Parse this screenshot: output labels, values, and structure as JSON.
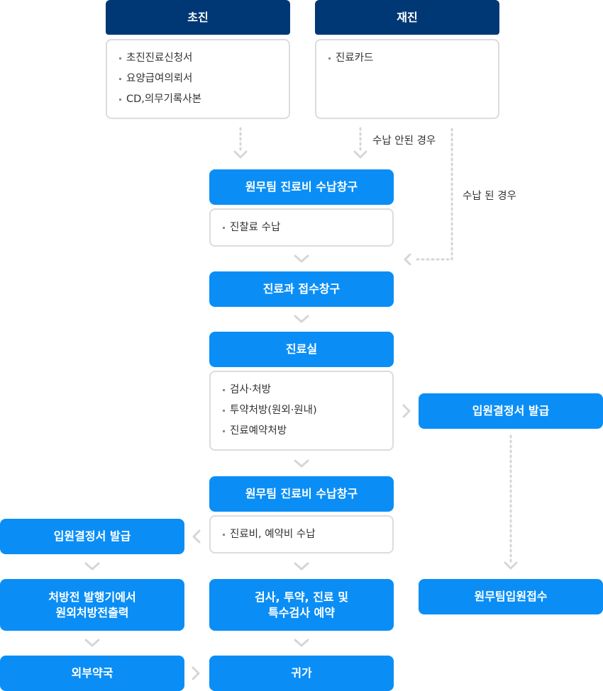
{
  "first_visit": {
    "title": "초진",
    "items": [
      "초진진료신청서",
      "요양급여의뢰서",
      "CD,의무기록사본"
    ]
  },
  "revisit": {
    "title": "재진",
    "items": [
      "진료카드"
    ]
  },
  "notes": {
    "not_paid": "수납 안된 경우",
    "paid": "수납 된 경우"
  },
  "payment_window_1": {
    "title": "원무팀 진료비 수납창구",
    "items": [
      "진찰료 수납"
    ]
  },
  "reception": {
    "title": "진료과 접수창구"
  },
  "exam_room": {
    "title": "진료실",
    "items": [
      "검사·처방",
      "투약처방(원외·원내)",
      "진료예약처방"
    ]
  },
  "admission_right": {
    "title": "입원결정서 발급"
  },
  "payment_window_2": {
    "title": "원무팀 진료비 수납창구",
    "items": [
      "진료비, 예약비 수납"
    ]
  },
  "admission_left": {
    "title": "입원결정서 발급"
  },
  "prescription_print": {
    "line1": "처방전 발행기에서",
    "line2": "원외처방전출력"
  },
  "exam_booking": {
    "line1": "검사, 투약, 진료 및",
    "line2": "특수검사 예약"
  },
  "admission_reception": {
    "title": "원무팀입원접수"
  },
  "pharmacy": {
    "title": "외부약국"
  },
  "go_home": {
    "title": "귀가"
  },
  "colors": {
    "navy": "#003876",
    "blue": "#0a8ef6",
    "border": "#dcdcdc",
    "connector": "#d0d0d0"
  }
}
